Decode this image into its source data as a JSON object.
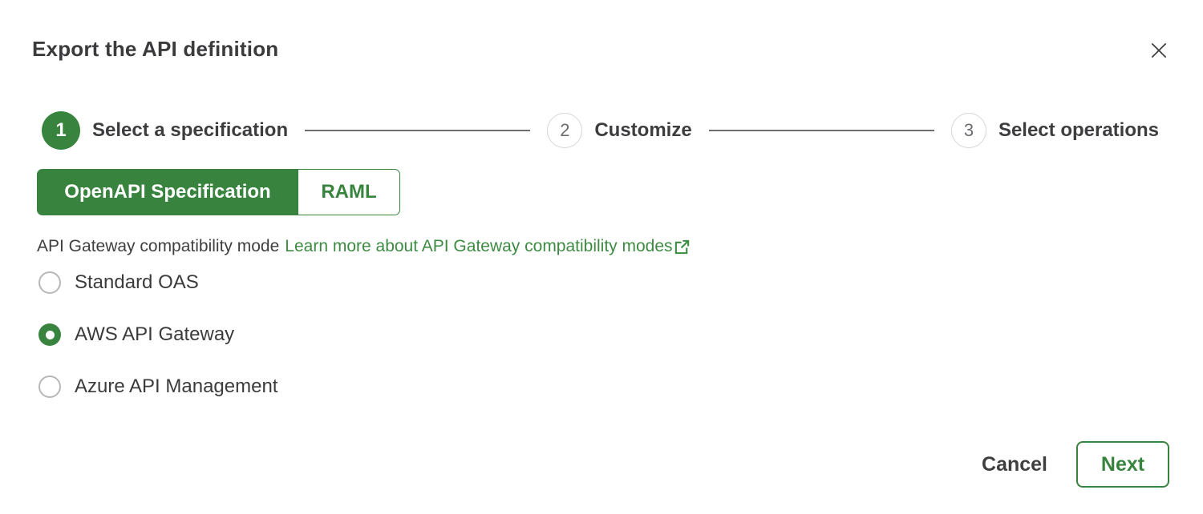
{
  "dialog": {
    "title": "Export the API definition",
    "close_icon": "close-icon"
  },
  "stepper": {
    "steps": [
      {
        "number": "1",
        "label": "Select a specification",
        "state": "active"
      },
      {
        "number": "2",
        "label": "Customize",
        "state": "upcoming"
      },
      {
        "number": "3",
        "label": "Select operations",
        "state": "upcoming"
      }
    ]
  },
  "spec_toggle": {
    "options": [
      {
        "label": "OpenAPI Specification",
        "selected": true
      },
      {
        "label": "RAML",
        "selected": false
      }
    ]
  },
  "compatibility": {
    "label": "API Gateway compatibility mode",
    "link_text": "Learn more about API Gateway compatibility modes",
    "link_icon": "external-link-icon"
  },
  "radio_group": {
    "options": [
      {
        "label": "Standard OAS",
        "selected": false
      },
      {
        "label": "AWS API Gateway",
        "selected": true
      },
      {
        "label": "Azure API Management",
        "selected": false
      }
    ]
  },
  "footer": {
    "cancel_label": "Cancel",
    "next_label": "Next"
  },
  "colors": {
    "primary_green": "#38843F",
    "link_green": "#3D8B43",
    "text_dark": "#3F3F40",
    "step_circle_border": "#D6D6D6",
    "step_number_gray": "#6A6C6F",
    "connector_line_gray": "#6E6E6E",
    "radio_border_gray": "#B8B8B8"
  }
}
